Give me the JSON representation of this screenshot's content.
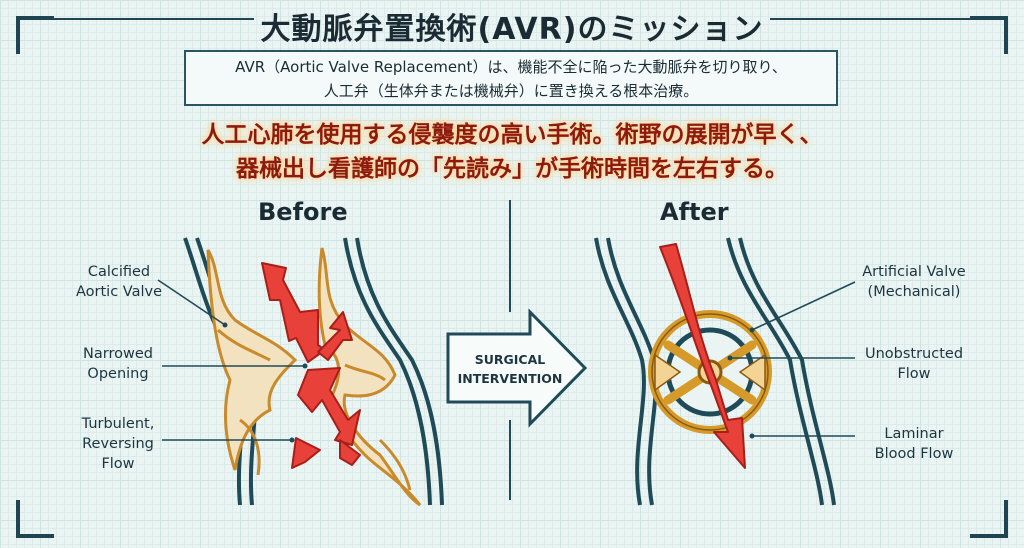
{
  "title": "大動脈弁置換術(AVR)のミッション",
  "info": {
    "line1": "AVR（Aortic Valve Replacement）は、機能不全に陥った大動脈弁を切り取り、",
    "line2": "人工弁（生体弁または機械弁）に置き換える根本治療。"
  },
  "highlight": {
    "line1": "人工心肺を使用する侵襲度の高い手術。術野の展開が早く、",
    "line2": "器械出し看護師の「先読み」が手術時間を左右する。"
  },
  "before": {
    "heading": "Before",
    "labels": [
      {
        "line1": "Calcified",
        "line2": "Aortic Valve"
      },
      {
        "line1": "Narrowed",
        "line2": "Opening"
      },
      {
        "line1": "Turbulent,",
        "line2": "Reversing",
        "line3": "Flow"
      }
    ]
  },
  "center_arrow": {
    "line1": "SURGICAL",
    "line2": "INTERVENTION"
  },
  "after": {
    "heading": "After",
    "labels": [
      {
        "line1": "Artificial Valve",
        "line2": "(Mechanical)"
      },
      {
        "line1": "Unobstructed",
        "line2": "Flow"
      },
      {
        "line1": "Laminar",
        "line2": "Blood Flow"
      }
    ]
  },
  "colors": {
    "vessel": "#1f4a57",
    "calcification": "#c88a2b",
    "flow": "#e8413a",
    "valve": "#d69a2a"
  }
}
